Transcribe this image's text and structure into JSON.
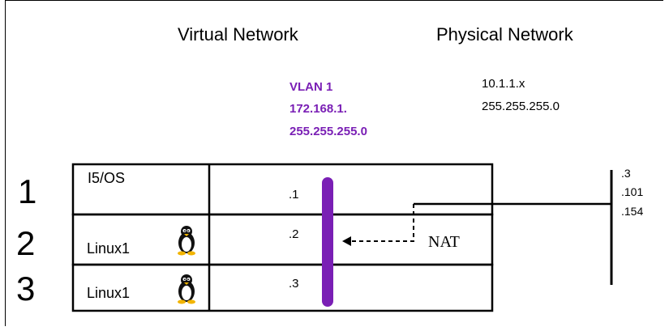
{
  "headers": {
    "virtual": "Virtual Network",
    "physical": "Physical Network"
  },
  "vlan": {
    "name": "VLAN 1",
    "network": "172.168.1.",
    "mask": "255.255.255.0",
    "color": "#7a1fb5"
  },
  "physical": {
    "network": "10.1.1.x",
    "mask": "255.255.255.0"
  },
  "partitions": [
    {
      "number": "1",
      "name": "I5/OS",
      "ip": ".1",
      "icon": ""
    },
    {
      "number": "2",
      "name": "Linux1",
      "ip": ".2",
      "icon": "tux-penguin-icon"
    },
    {
      "number": "3",
      "name": "Linux1",
      "ip": ".3",
      "icon": "tux-penguin-icon"
    }
  ],
  "nat_label": "NAT",
  "external_ips": [
    ".3",
    ".101",
    ".154"
  ]
}
